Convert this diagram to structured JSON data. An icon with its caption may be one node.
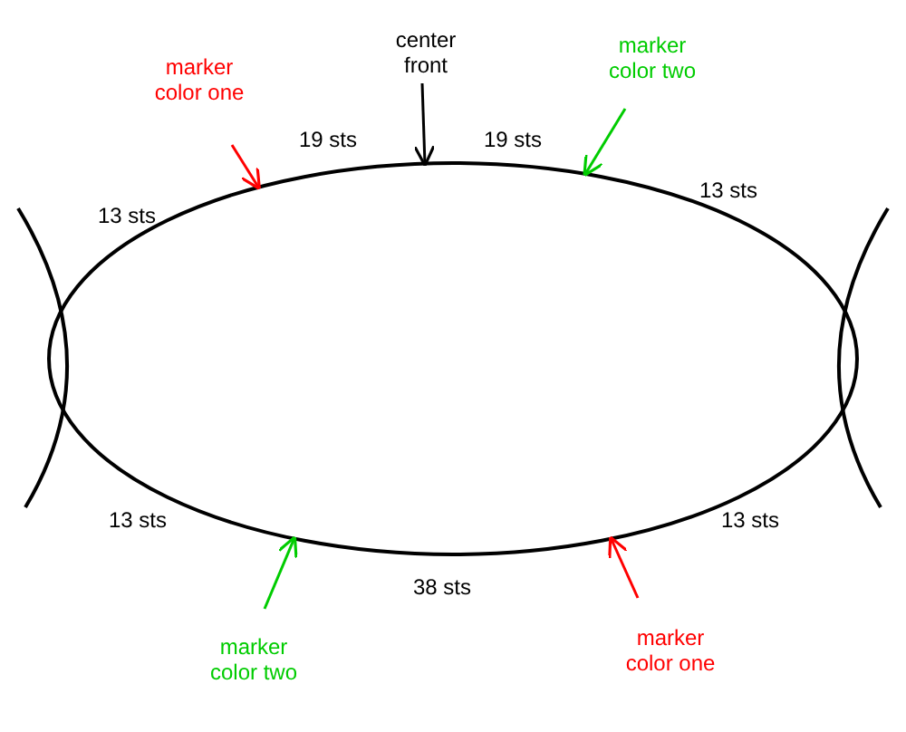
{
  "diagram": {
    "nodes": [
      {
        "text": [
          "marker color one"
        ]
      },
      {
        "text": [
          "center front"
        ]
      },
      {
        "text": [
          "marker color two"
        ]
      },
      {
        "text": [
          "marker color two"
        ]
      },
      {
        "text": [
          "marker color one"
        ]
      },
      {
        "text": [],
        "shape": "ellipse"
      }
    ],
    "edges": [
      {
        "from": 0,
        "to": 5,
        "arrow": "to",
        "color": "#ff0000"
      },
      {
        "from": 1,
        "to": 5,
        "arrow": "to",
        "color": "#000000"
      },
      {
        "from": 2,
        "to": 5,
        "arrow": "to",
        "color": "#00cc00"
      },
      {
        "from": 3,
        "to": 5,
        "arrow": "to",
        "color": "#00cc00"
      },
      {
        "from": 4,
        "to": 5,
        "arrow": "to",
        "color": "#ff0000"
      }
    ],
    "labels": [
      "19 sts",
      "19 sts",
      "13 sts",
      "13 sts",
      "13 sts",
      "13 sts",
      "38 sts"
    ]
  }
}
